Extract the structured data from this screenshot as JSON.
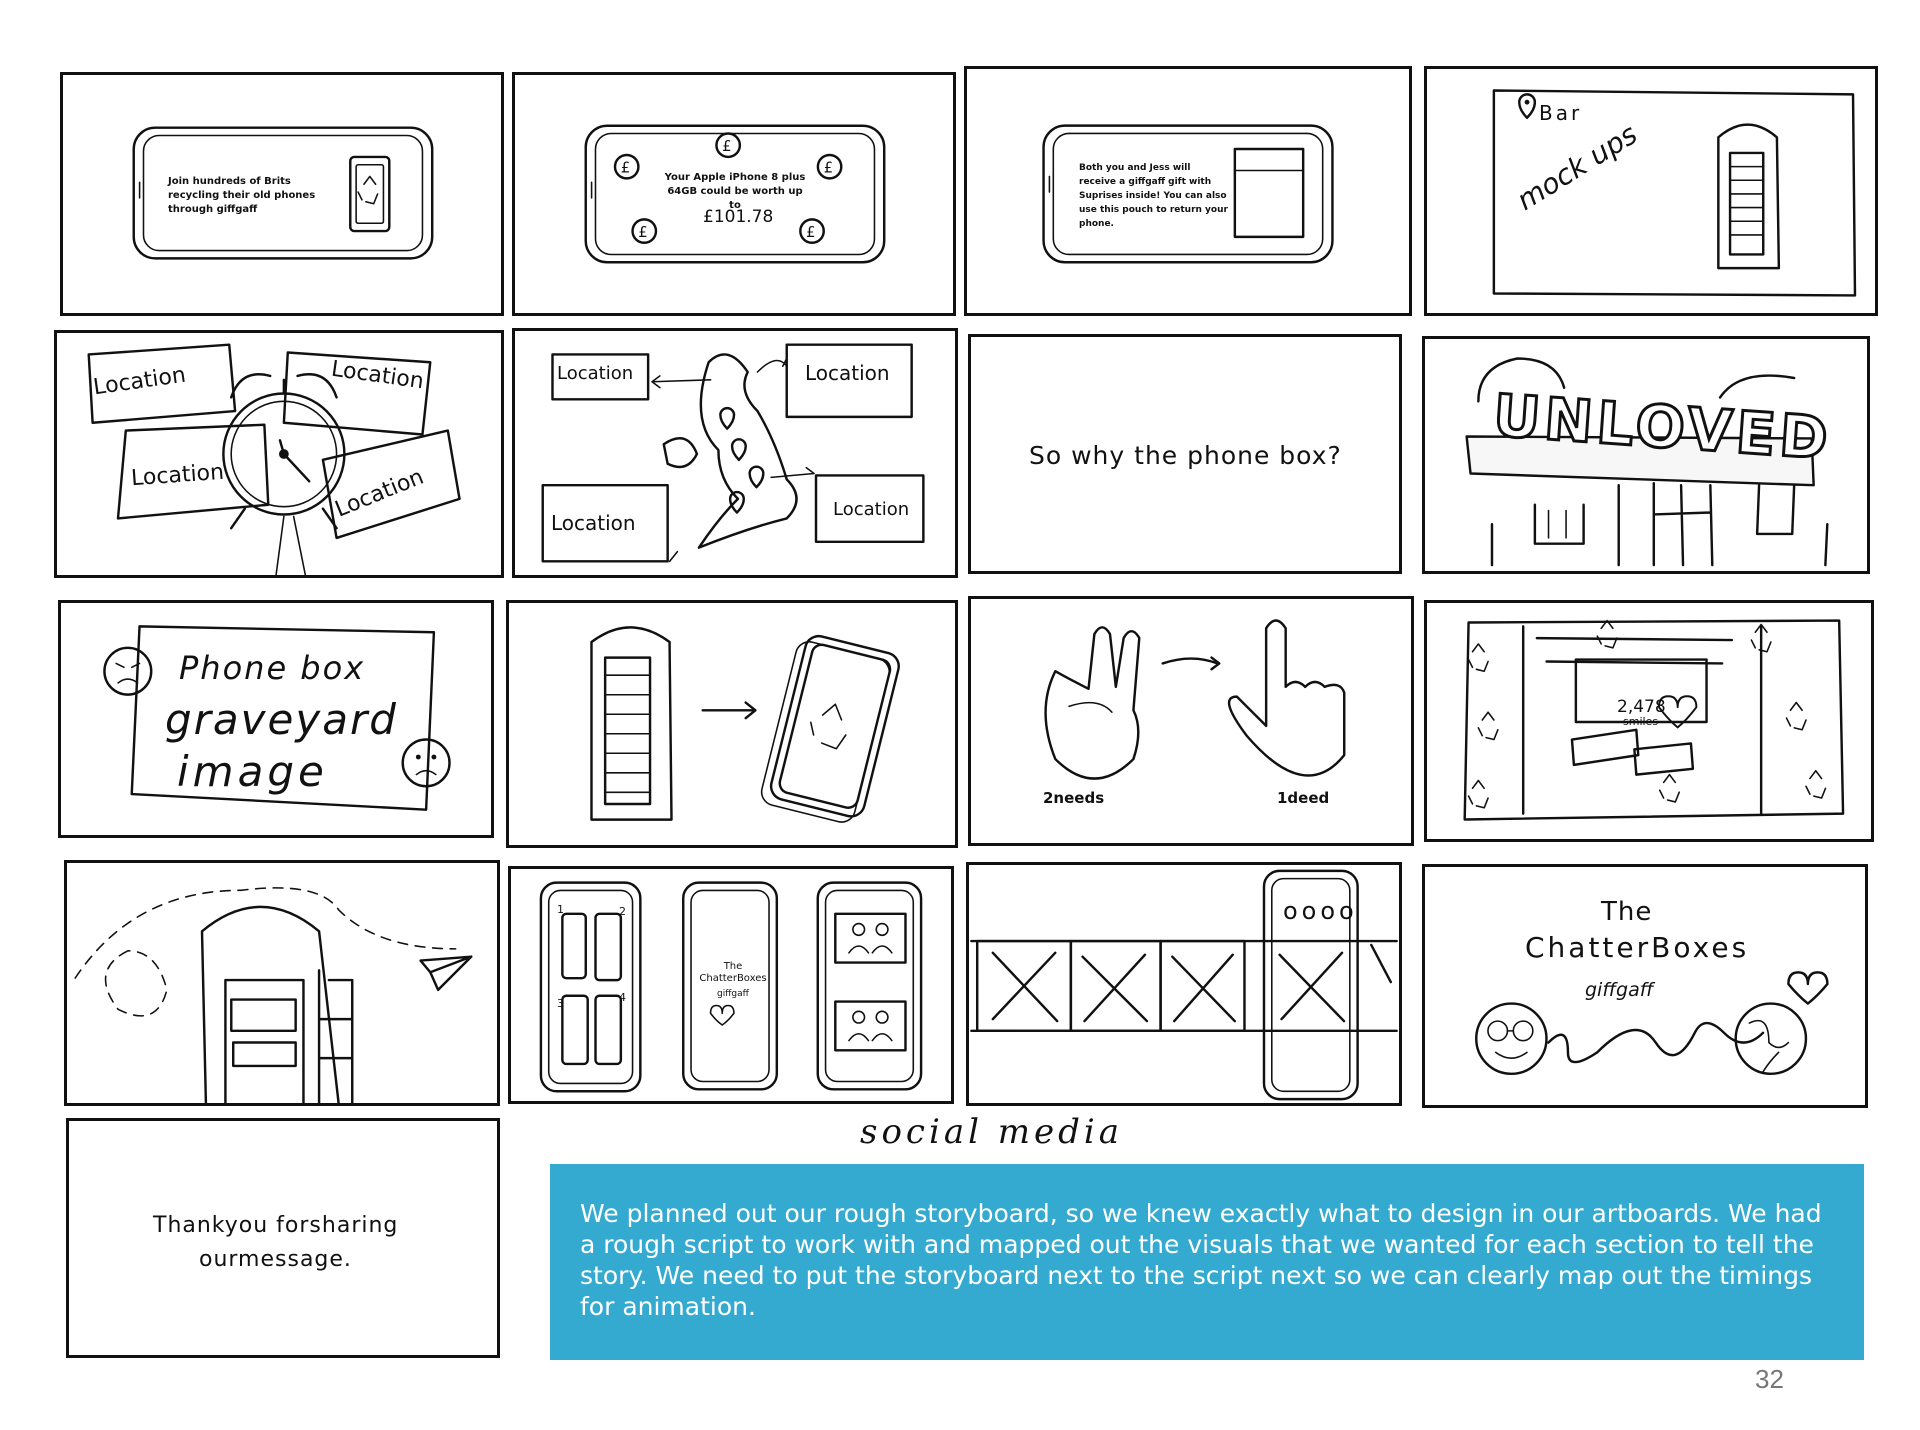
{
  "frames": {
    "f1": {
      "text": "Join hundreds of Brits recycling their old phones through giffgaff"
    },
    "f2": {
      "text": "Your Apple iPhone 8 plus 64GB could be worth up to",
      "amount": "£101.78",
      "currency_symbol": "£"
    },
    "f3": {
      "text": "Both you and Jess will receive a giffgaff gift with Suprises inside! You can also use this pouch to return your phone."
    },
    "f4": {
      "pin_label": "Bar",
      "scribble": "mock ups"
    },
    "f5": {
      "labels": [
        "Location",
        "Location",
        "Location",
        "Location"
      ]
    },
    "f6": {
      "labels": [
        "Location",
        "Location",
        "Location",
        "Location"
      ]
    },
    "f7": {
      "text": "So why the phone box?"
    },
    "f8": {
      "stamp": "UNLOVED"
    },
    "f9": {
      "line1": "Phone box",
      "line2": "graveyard",
      "line3": "image"
    },
    "f11": {
      "left_caption": "2needs",
      "right_caption": "1deed"
    },
    "f12": {
      "counter": "2,478",
      "counter_unit": "smiles"
    },
    "f14": {
      "phone_numbers": [
        "1",
        "2",
        "3",
        "4"
      ],
      "center_title": "The ChatterBoxes",
      "center_brand": "giffgaff"
    },
    "f15": {
      "dots": "oooo"
    },
    "f16": {
      "line1": "The",
      "line2": "ChatterBoxes",
      "brand": "giffgaff"
    },
    "f17": {
      "text_line1": "Thankyou forsharing",
      "text_line2": "ourmessage."
    }
  },
  "social_label": "social media",
  "caption": "We planned out our rough storyboard, so we knew exactly what to design in our artboards. We had a rough script to work with and mapped out the visuals that we wanted for each section to tell the story. We need to put the storyboard next to the script next so we can clearly map out the timings for animation.",
  "page_number": "32",
  "colors": {
    "caption_bg": "#35aad1",
    "caption_text": "#ffffff",
    "ink": "#111111",
    "page_number": "#777777"
  },
  "icons": [
    "iphone-sketch",
    "recycle-icon",
    "location-pin-icon",
    "phone-box-sketch",
    "alarm-clock-sketch",
    "uk-map-sketch",
    "sad-face-icon",
    "crying-face-icon",
    "peace-hand-sketch",
    "pointing-hand-sketch",
    "heart-icon",
    "paper-plane-icon",
    "smiley-glasses-icon",
    "globe-icon"
  ]
}
